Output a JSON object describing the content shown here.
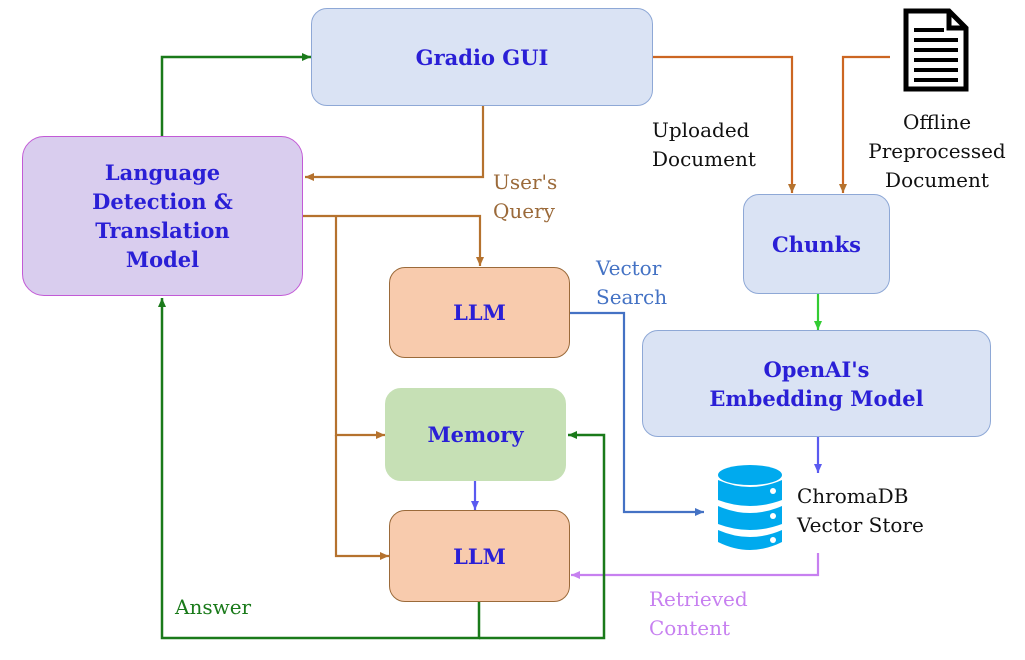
{
  "nodes": {
    "gradio": "Gradio GUI",
    "language_model": "Language\nDetection &\nTranslation\nModel",
    "llm_top": "LLM",
    "memory": "Memory",
    "llm_bottom": "LLM",
    "chunks": "Chunks",
    "embedding": "OpenAI's\nEmbedding Model",
    "vector_store": "ChromaDB\nVector Store"
  },
  "edge_labels": {
    "users_query": "User's\nQuery",
    "uploaded_document": "Uploaded\nDocument",
    "offline_document": "Offline\nPreprocessed\nDocument",
    "vector_search": "Vector\nSearch",
    "retrieved_content": "Retrieved\nContent",
    "answer": "Answer"
  },
  "icons": {
    "document": "document-icon",
    "database": "database-icon"
  },
  "colors": {
    "box_text": "#2a1fd6",
    "brown_flow": "#b5722e",
    "green_flow": "#1a7a1a",
    "blue_flow": "#4472c4",
    "violet_flow": "#c780f0",
    "embedding_flow": "#5a5af0",
    "chunk_flow": "#33cc33",
    "database": "#00aaee"
  }
}
